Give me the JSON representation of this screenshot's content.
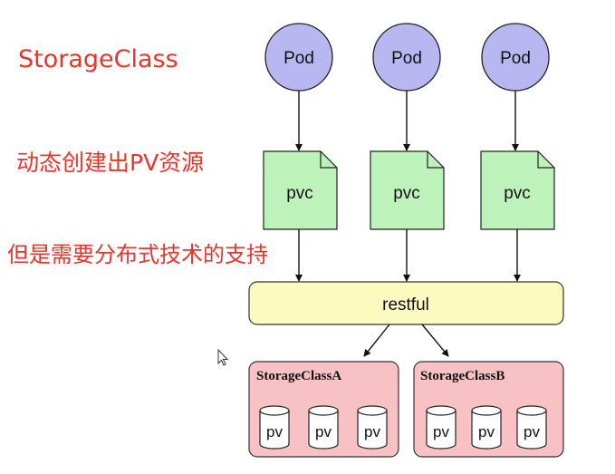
{
  "notes": {
    "title": "StorageClass",
    "dynamic": "动态创建出PV资源",
    "distributed": "但是需要分布式技术的支持"
  },
  "diagram": {
    "pods": [
      "Pod",
      "Pod",
      "Pod"
    ],
    "pvcs": [
      "pvc",
      "pvc",
      "pvc"
    ],
    "gateway": "restful",
    "storage_classes": [
      {
        "name": "StorageClassA",
        "volumes": [
          "pv",
          "pv",
          "pv"
        ]
      },
      {
        "name": "StorageClassB",
        "volumes": [
          "pv",
          "pv",
          "pv"
        ]
      }
    ]
  },
  "colors": {
    "note_text": "#e8352c",
    "pod_fill": "#b9b7f2",
    "pvc_fill": "#bdf3bb",
    "restful_fill": "#fbfbc0",
    "storageclass_fill": "#f8c2c4",
    "pv_fill": "#ffffff"
  },
  "icons": [
    "cursor-arrow-icon"
  ]
}
